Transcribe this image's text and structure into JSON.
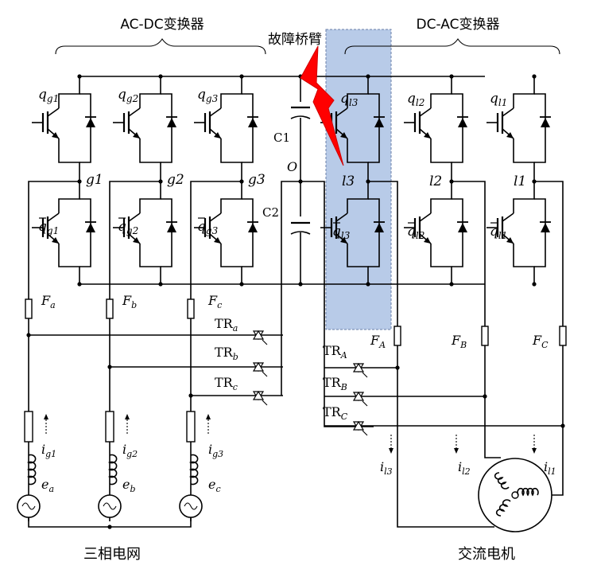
{
  "title_left": "AC-DC变换器",
  "title_right": "DC-AC变换器",
  "fault_label": "故障桥臂",
  "cap_top": "C1",
  "cap_bottom": "C2",
  "midpoint": "O",
  "grid_label": "三相电网",
  "motor_label": "交流电机",
  "colors": {
    "highlight": "#b8cbe8",
    "bolt": "#ff0000",
    "line": "#000000"
  },
  "switch_labels": [
    {
      "id": "qg1",
      "base": "q",
      "sub": "g1",
      "bar": false
    },
    {
      "id": "qg2",
      "base": "q",
      "sub": "g2",
      "bar": false
    },
    {
      "id": "qg3",
      "base": "q",
      "sub": "g3",
      "bar": false
    },
    {
      "id": "ql3",
      "base": "q",
      "sub": "l3",
      "bar": false
    },
    {
      "id": "ql2",
      "base": "q",
      "sub": "l2",
      "bar": false
    },
    {
      "id": "ql1",
      "base": "q",
      "sub": "l1",
      "bar": false
    },
    {
      "id": "qbg1",
      "base": "q",
      "sub": "g1",
      "bar": true
    },
    {
      "id": "qbg2",
      "base": "q",
      "sub": "g2",
      "bar": true
    },
    {
      "id": "qbg3",
      "base": "q",
      "sub": "g3",
      "bar": true
    },
    {
      "id": "qbl3",
      "base": "q",
      "sub": "l3",
      "bar": true
    },
    {
      "id": "qbl2",
      "base": "q",
      "sub": "l2",
      "bar": true
    },
    {
      "id": "qbl1",
      "base": "q",
      "sub": "l1",
      "bar": true
    }
  ],
  "node_labels": [
    "g1",
    "g2",
    "g3",
    "l3",
    "l2",
    "l1"
  ],
  "fuses_grid": [
    {
      "base": "F",
      "sub": "a"
    },
    {
      "base": "F",
      "sub": "b"
    },
    {
      "base": "F",
      "sub": "c"
    }
  ],
  "fuses_motor": [
    {
      "base": "F",
      "sub": "A"
    },
    {
      "base": "F",
      "sub": "B"
    },
    {
      "base": "F",
      "sub": "C"
    }
  ],
  "triacs_grid": [
    {
      "base": "TR",
      "sub": "a"
    },
    {
      "base": "TR",
      "sub": "b"
    },
    {
      "base": "TR",
      "sub": "c"
    }
  ],
  "triacs_motor": [
    {
      "base": "TR",
      "sub": "A"
    },
    {
      "base": "TR",
      "sub": "B"
    },
    {
      "base": "TR",
      "sub": "C"
    }
  ],
  "currents_grid": [
    {
      "base": "i",
      "sub": "g1"
    },
    {
      "base": "i",
      "sub": "g2"
    },
    {
      "base": "i",
      "sub": "g3"
    }
  ],
  "currents_motor": [
    {
      "base": "i",
      "sub": "l3"
    },
    {
      "base": "i",
      "sub": "l2"
    },
    {
      "base": "i",
      "sub": "l1"
    }
  ],
  "sources": [
    {
      "base": "e",
      "sub": "a"
    },
    {
      "base": "e",
      "sub": "b"
    },
    {
      "base": "e",
      "sub": "c"
    }
  ]
}
